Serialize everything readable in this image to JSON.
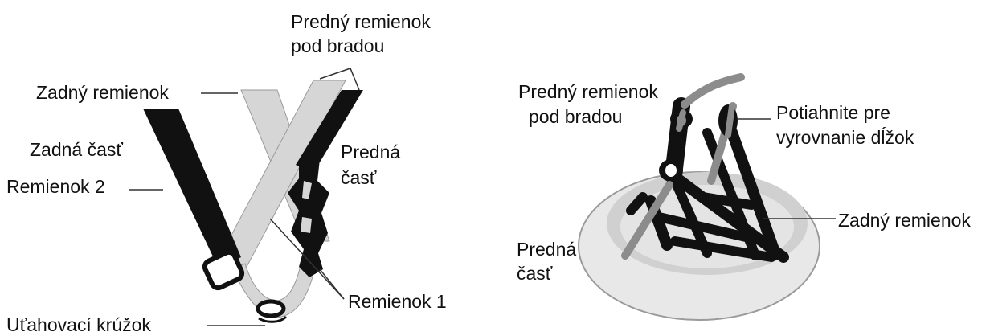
{
  "left_diagram": {
    "labels": {
      "front_chin_strap_line1": "Predný remienok",
      "front_chin_strap_line2": "pod bradou",
      "rear_strap": "Zadný remienok",
      "rear_part": "Zadná časť",
      "strap_2": "Remienok 2",
      "front_part_line1": "Predná",
      "front_part_line2": "časť",
      "strap_1": "Remienok 1",
      "tightening_ring": "Uťahovací krúžok"
    }
  },
  "right_diagram": {
    "labels": {
      "front_chin_strap_line1": "Predný remienok",
      "front_chin_strap_line2": "pod bradou",
      "pull_line1": "Potiahnite pre",
      "pull_line2": "vyrovnanie dĺžok",
      "rear_strap": "Zadný remienok",
      "front_part_line1": "Predná",
      "front_part_line2": "časť"
    }
  },
  "colors": {
    "dark_strap": "#111111",
    "light_strap": "#d6d6d6",
    "medium_strap": "#8c8c8c",
    "helmet_shell": "#e8e8e8",
    "helmet_inner": "#d0d0d0"
  }
}
